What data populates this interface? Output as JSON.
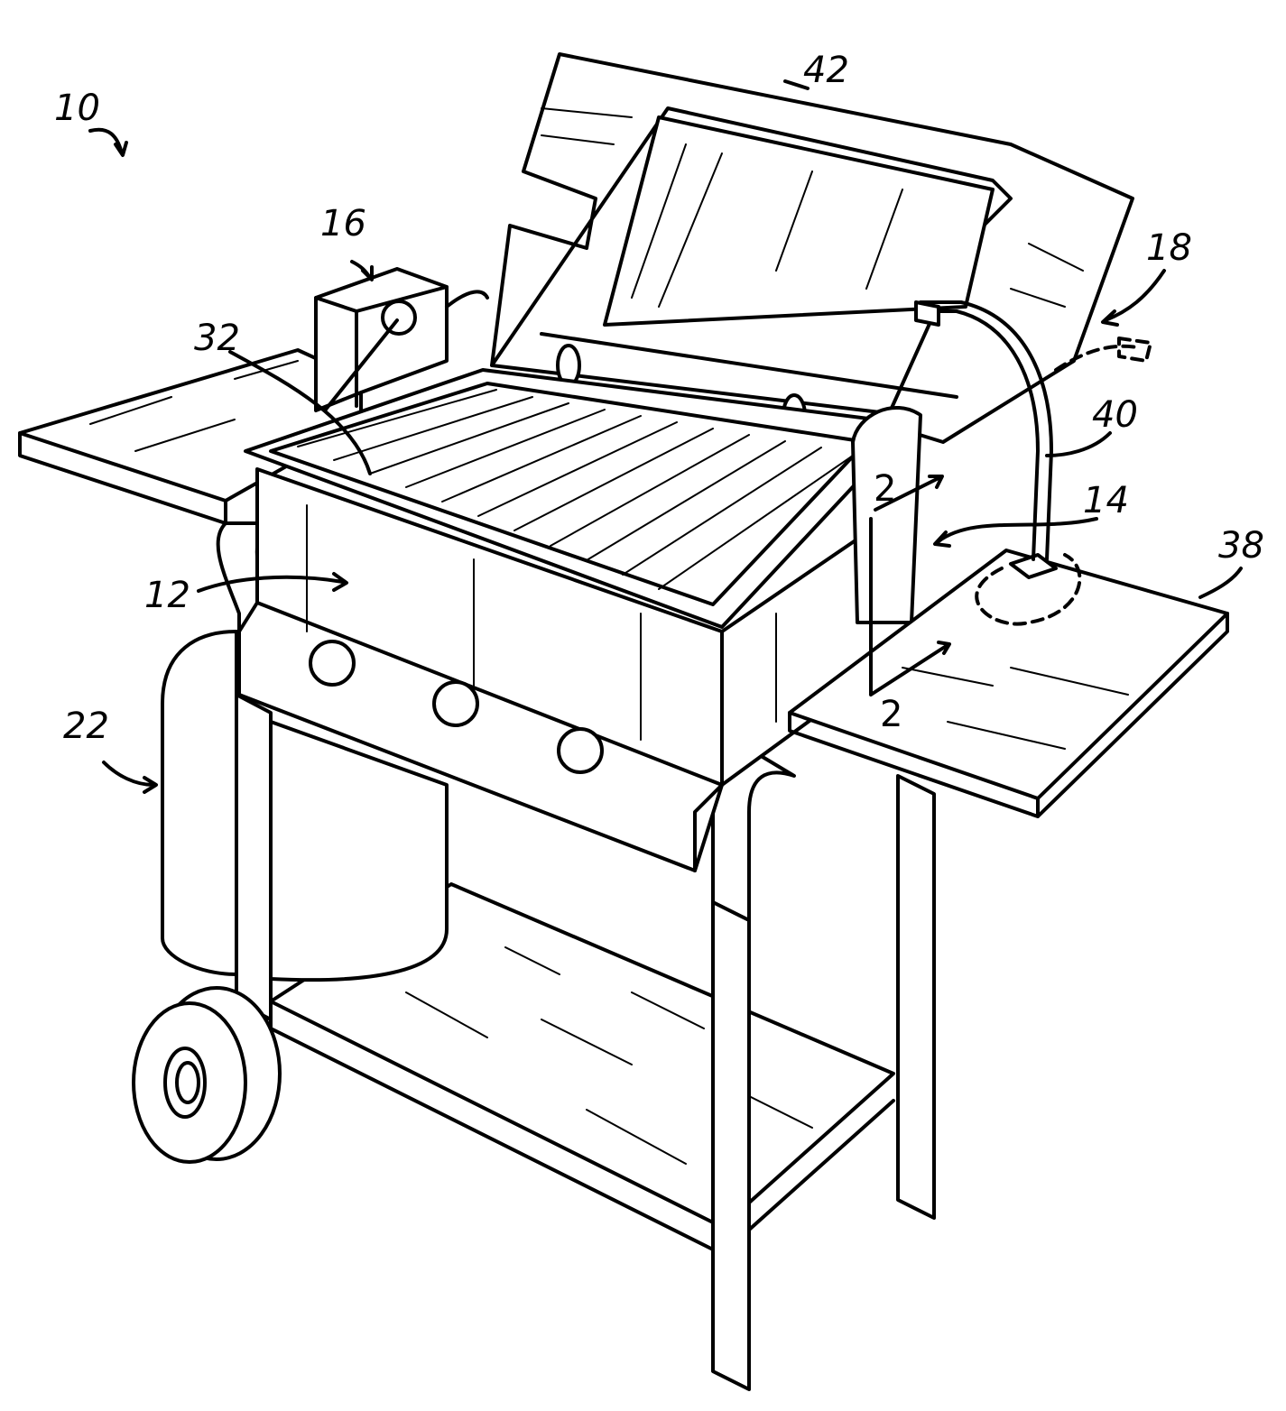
{
  "figure": {
    "title_ref": "10",
    "labels": {
      "assembly": "10",
      "lid": "42",
      "box_16": "16",
      "item_18": "18",
      "grate": "32",
      "gooseneck": "40",
      "item_14": "14",
      "side_shelf": "38",
      "firebox": "12",
      "tank": "22",
      "section_top": "2",
      "section_bottom": "2"
    }
  }
}
